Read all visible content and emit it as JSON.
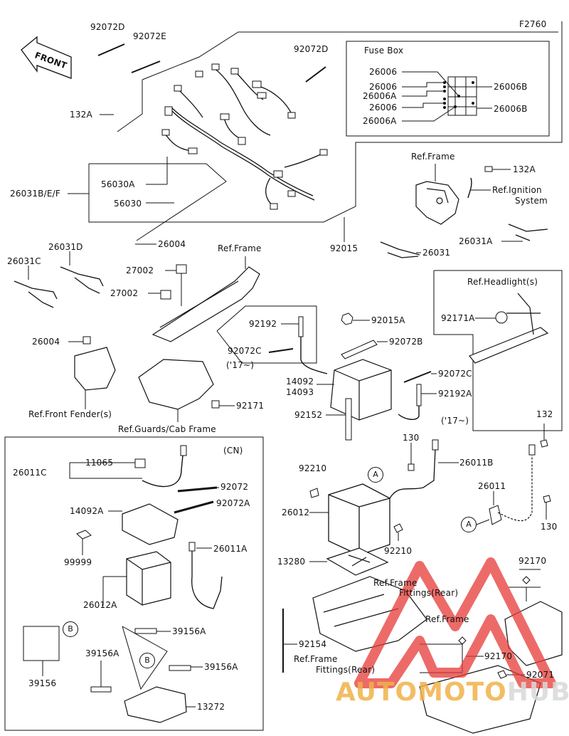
{
  "figure_code": "F2760",
  "front_label": "FRONT",
  "fuse_box": {
    "title": "Fuse Box"
  },
  "labels": {
    "p92072D_a": "92072D",
    "p92072E": "92072E",
    "p92072D_b": "92072D",
    "p132A_a": "132A",
    "p26006_1": "26006",
    "p26006_2": "26006",
    "p26006A_1": "26006A",
    "p26006_3": "26006",
    "p26006A_2": "26006A",
    "p26006B_1": "26006B",
    "p26006B_2": "26006B",
    "ref_frame_1": "Ref.Frame",
    "p132A_b": "132A",
    "ref_ignition_1": "Ref.Ignition",
    "ref_ignition_2": "System",
    "p56030A": "56030A",
    "p26031BEF": "26031B/E/F",
    "p56030": "56030",
    "p26004_a": "26004",
    "p92015": "92015",
    "p26031A": "26031A",
    "p26031": "26031",
    "p26031D": "26031D",
    "p26031C": "26031C",
    "ref_frame_2": "Ref.Frame",
    "p27002_a": "27002",
    "p27002_b": "27002",
    "ref_headlight": "Ref.Headlight(s)",
    "p92171A": "92171A",
    "p92192_a": "92192",
    "p92015A": "92015A",
    "p92072C_a": "92072C",
    "p17_a": "('17~)",
    "p92072B": "92072B",
    "p26004_b": "26004",
    "p14092": "14092",
    "p14093": "14093",
    "p92072C_b": "92072C",
    "p92192A": "92192A",
    "p92152": "92152",
    "p17_b": "('17~)",
    "ref_front_fender": "Ref.Front Fender(s)",
    "p92171": "92171",
    "ref_guards": "Ref.Guards/Cab Frame",
    "cn": "(CN)",
    "p11065": "11065",
    "p26011C": "26011C",
    "p92072": "92072",
    "p92072A": "92072A",
    "p14092A": "14092A",
    "p26011A": "26011A",
    "p99999": "99999",
    "p26012A": "26012A",
    "p39156A_a": "39156A",
    "p39156A_b": "39156A",
    "p39156A_c": "39156A",
    "p39156": "39156",
    "p13272": "13272",
    "p132": "132",
    "p130_a": "130",
    "p26011B": "26011B",
    "p92210_a": "92210",
    "p26011": "26011",
    "p26012": "26012",
    "p130_b": "130",
    "p92210_b": "92210",
    "p13280": "13280",
    "p92170_a": "92170",
    "ref_frame_3": "Ref.Frame",
    "fittings_rear_1": "Fittings(Rear)",
    "ref_frame_4": "Ref.Frame",
    "p92154": "92154",
    "ref_frame_5": "Ref.Frame",
    "fittings_rear_2": "Fittings(Rear)",
    "p92170_b": "92170",
    "p92071": "92071"
  },
  "callouts": {
    "A1": "A",
    "A2": "A",
    "B1": "B",
    "B2": "B"
  },
  "watermark": {
    "part_a": "AUTOMOTO",
    "part_b": "HUB",
    "color_a": "#f0b24a",
    "color_b": "#d9d9d9",
    "mark_color": "#e53935"
  }
}
